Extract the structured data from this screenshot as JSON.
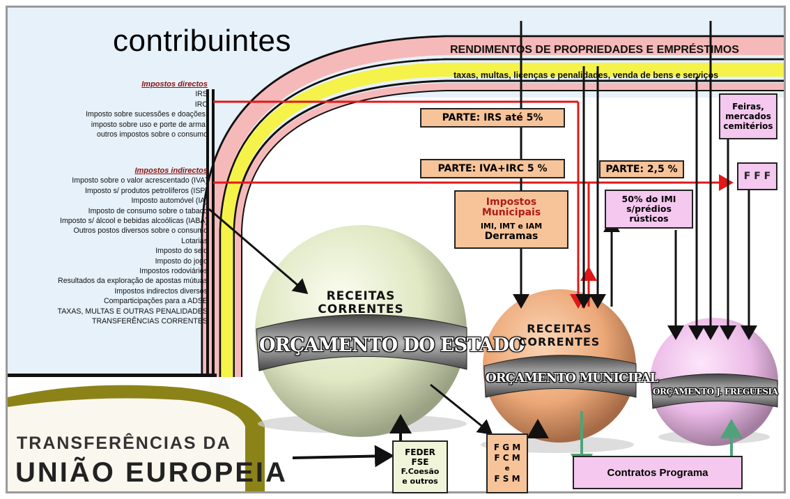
{
  "title": "contribuintes",
  "bands": {
    "rendimentos": "RENDIMENTOS DE PROPRIEDADES E EMPRÉSTIMOS",
    "taxas": "taxas, multas, licenças e penalidades, venda de bens e serviços"
  },
  "taxes": {
    "directos_heading": "Impostos directos",
    "directos": [
      "IRS",
      "IRC",
      "Imposto sobre sucessões e doações,",
      "imposto sobre uso e porte de arma,",
      "outros impostos sobre o consumo"
    ],
    "indirectos_heading": "Impostos indirectos",
    "indirectos": [
      "Imposto sobre o valor acrescentado (IVA)",
      "Imposto s/ produtos petrolíferos  (ISP)",
      "Imposto automóvel (IA)",
      "Imposto de consumo sobre o tabaco",
      "Imposto s/ álcool e bebidas alcoólicas (IABA)",
      "Outros postos diversos sobre o consumo",
      "Lotarias",
      "Imposto do selo",
      "Imposto do jogo",
      "Impostos rodoviários",
      "Resultados da exploração de apostas mútuas",
      "Impostos indirectos diversos",
      "Comparticipações para a ADSE",
      "TAXAS, MULTAS E OUTRAS PENALIDADES",
      "TRANSFERÊNCIAS CORRENTES"
    ]
  },
  "boxes": {
    "parte_irs": "PARTE: IRS até 5%",
    "parte_iva": "PARTE: IVA+IRC 5 %",
    "parte_25": "PARTE: 2,5 %",
    "fff": "F F F",
    "feiras": [
      "Feiras,",
      "mercados",
      "cemitérios"
    ],
    "imi50": [
      "50% do IMI",
      "s/prédios",
      "rústicos"
    ],
    "impostos_municipais": [
      "Impostos",
      "Municipais"
    ],
    "imi_line": "IMI, IMT e IAM",
    "derramas": "Derramas",
    "feder": [
      "FEDER",
      "FSE",
      "F.Coesão",
      "e outros"
    ],
    "fgm": [
      "F G M",
      "F C M",
      "e",
      "F S M"
    ],
    "contratos": "Contratos Programa"
  },
  "spheres": {
    "estado_receitas": [
      "RECEITAS",
      "CORRENTES"
    ],
    "estado_belt": "ORÇAMENTO DO ESTADO",
    "municipal_receitas": [
      "RECEITAS",
      "CORRENTES"
    ],
    "municipal_belt": "ORÇAMENTO MUNICIPAL",
    "freguesia_belt": "ORÇAMENTO J. FREGUESIA"
  },
  "ue": {
    "line1": "TRANSFERÊNCIAS DA",
    "line2": "UNIÃO EUROPEIA"
  },
  "colors": {
    "sky": "#e6f1f9",
    "pink_band": "#f6b9b9",
    "yellow_band": "#f5f24a",
    "olive": "#8c8318",
    "red_arrow": "#e01818",
    "green_arrow": "#4fa37a"
  }
}
